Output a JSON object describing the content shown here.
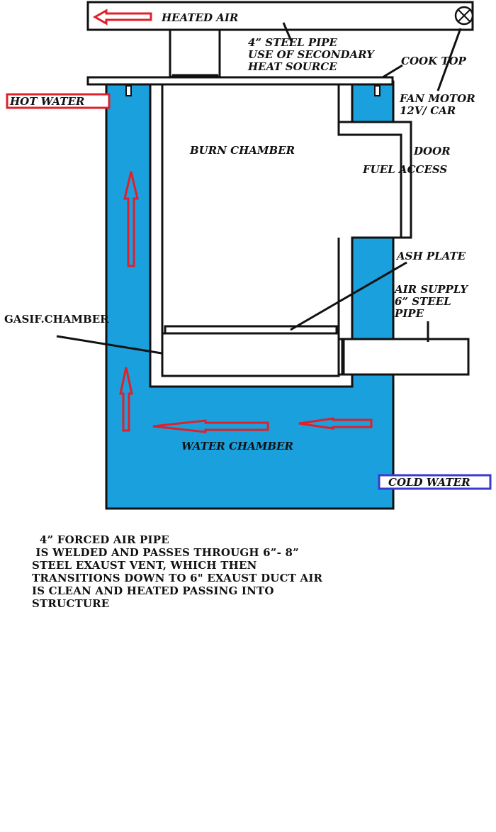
{
  "colors": {
    "water": "#1aa0dc",
    "arrow": "#e0202a",
    "hot_box": "#e0202a",
    "cold_box": "#3a3ad0",
    "outline": "#111111"
  },
  "labels": {
    "heated_air": "HEATED AIR",
    "steel_pipe_line1": "4” STEEL PIPE",
    "steel_pipe_line2": "USE OF SECONDARY",
    "steel_pipe_line3": "HEAT SOURCE",
    "cook_top": "COOK TOP",
    "hot_water": "HOT WATER",
    "fan_motor_line1": "FAN MOTOR",
    "fan_motor_line2": "12V/ CAR",
    "burn_chamber": "BURN CHAMBER",
    "door": "DOOR",
    "fuel_access": "FUEL ACCESS",
    "ash_plate": "ASH PLATE",
    "air_supply_line1": "AIR SUPPLY",
    "air_supply_line2": "6” STEEL",
    "air_supply_line3": "PIPE",
    "gasif_chamber": "GASIF.CHAMBER",
    "water_chamber": "WATER CHAMBER",
    "cold_water": "COLD WATER"
  },
  "note": {
    "line1": "  4” FORCED AIR PIPE",
    "line2": " IS WELDED AND PASSES THROUGH 6”- 8”",
    "line3": "STEEL EXAUST VENT, WHICH THEN",
    "line4": "TRANSITIONS DOWN TO 6\" EXAUST DUCT AIR",
    "line5": "IS CLEAN AND HEATED PASSING INTO",
    "line6": "STRUCTURE"
  }
}
